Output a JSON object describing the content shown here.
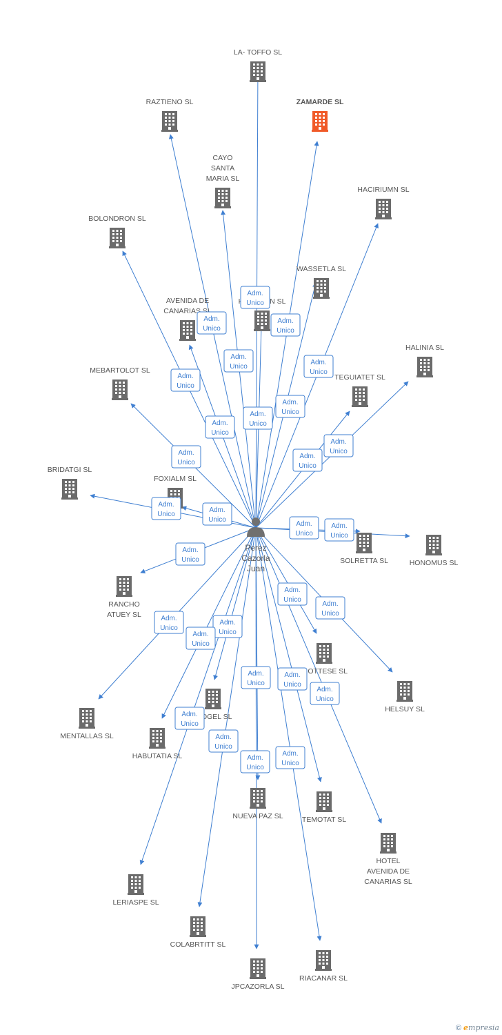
{
  "person": {
    "name_lines": [
      "Perez",
      "Cazorla",
      "Juan"
    ]
  },
  "colors": {
    "edge": "#3f7fd1",
    "building": "#6b6b6b",
    "highlight": "#f05a28",
    "text": "#555555"
  },
  "relation_label": [
    "Adm.",
    "Unico"
  ],
  "companies": [
    {
      "id": "la-toffo",
      "name": [
        "LA- TOFFO SL"
      ]
    },
    {
      "id": "zamarde",
      "name": [
        "ZAMARDE SL"
      ],
      "highlighted": true
    },
    {
      "id": "raztieno",
      "name": [
        "RAZTIENO SL"
      ]
    },
    {
      "id": "cayo",
      "name": [
        "CAYO",
        "SANTA",
        "MARIA SL"
      ]
    },
    {
      "id": "haciriumn",
      "name": [
        "HACIRIUMN SL"
      ]
    },
    {
      "id": "bolondron",
      "name": [
        "BOLONDRON SL"
      ]
    },
    {
      "id": "wassetla",
      "name": [
        "WASSETLA SL"
      ]
    },
    {
      "id": "hambr",
      "name": [
        "HA… …AN SL"
      ]
    },
    {
      "id": "avenida",
      "name": [
        "AVENIDA DE",
        "CANARIAS SL"
      ]
    },
    {
      "id": "halinia",
      "name": [
        "HALINIA SL"
      ]
    },
    {
      "id": "mebartolot",
      "name": [
        "MEBARTOLOT SL"
      ]
    },
    {
      "id": "teguiatet",
      "name": [
        "TEGUIATET SL"
      ]
    },
    {
      "id": "bridatgi",
      "name": [
        "BRIDATGI SL"
      ]
    },
    {
      "id": "foxialm",
      "name": [
        "FOXIALM SL"
      ]
    },
    {
      "id": "solretta",
      "name": [
        "SOLRETTA SL"
      ]
    },
    {
      "id": "honomus",
      "name": [
        "HONOMUS SL"
      ]
    },
    {
      "id": "rancho",
      "name": [
        "RANCHO",
        "ATUEY SL"
      ]
    },
    {
      "id": "ottese",
      "name": [
        "…OTTESE SL"
      ]
    },
    {
      "id": "helsuy",
      "name": [
        "HELSUY SL"
      ]
    },
    {
      "id": "mentallas",
      "name": [
        "MENTALLAS SL"
      ]
    },
    {
      "id": "ogel",
      "name": [
        "…OGEL SL"
      ]
    },
    {
      "id": "habutatia",
      "name": [
        "HABUTATIA SL"
      ]
    },
    {
      "id": "nuevapaz",
      "name": [
        "NUEVA PAZ SL"
      ]
    },
    {
      "id": "temotat",
      "name": [
        "TEMOTAT SL"
      ]
    },
    {
      "id": "hotel",
      "name": [
        "HOTEL",
        "AVENIDA DE",
        "CANARIAS SL"
      ]
    },
    {
      "id": "leriaspe",
      "name": [
        "LERIASPE SL"
      ]
    },
    {
      "id": "colabrtitt",
      "name": [
        "COLABRTITT SL"
      ]
    },
    {
      "id": "jpcazorla",
      "name": [
        "JPCAZORLA SL"
      ]
    },
    {
      "id": "riacanar",
      "name": [
        "RIACANAR SL"
      ]
    }
  ],
  "footer": {
    "copyright": "©",
    "brand_initial": "e",
    "brand_rest": "mpresia"
  }
}
